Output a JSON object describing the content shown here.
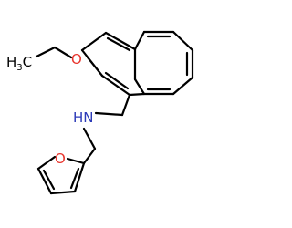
{
  "molecule": {
    "labels": {
      "methyl_h": "H",
      "methyl_3": "3",
      "methyl_c": "C",
      "ether_o": "O",
      "amine_h": "H",
      "amine_n": "N",
      "furan_o": "O"
    },
    "colors": {
      "carbon_bond": "#000000",
      "oxygen": "#e8342c",
      "nitrogen": "#2d3bb8"
    }
  }
}
